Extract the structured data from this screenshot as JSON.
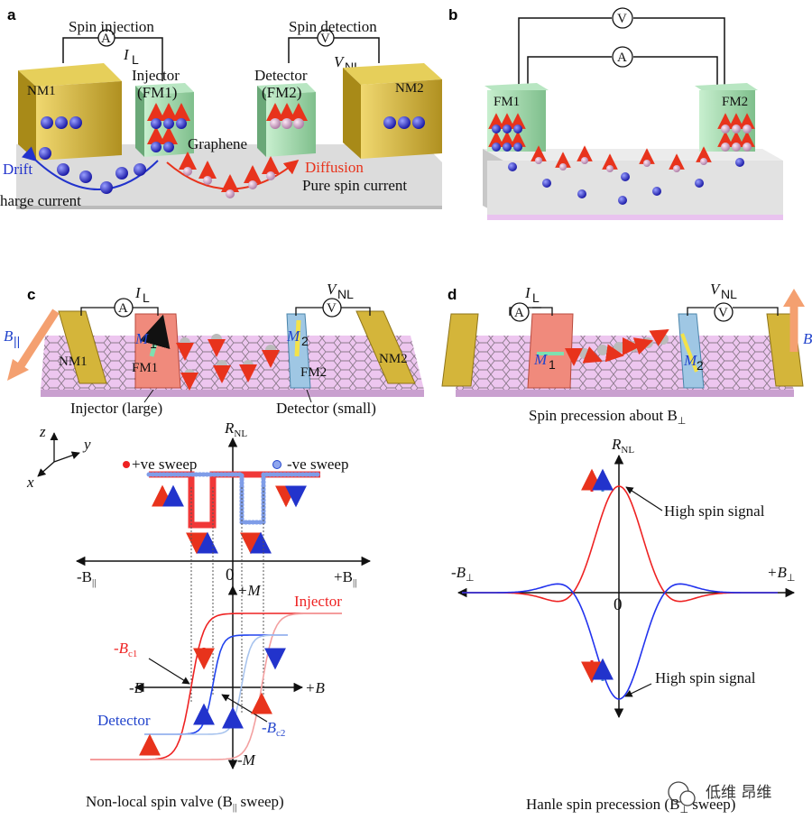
{
  "panel_a": {
    "label": "a",
    "spin_injection": "Spin injection",
    "spin_detection": "Spin detection",
    "ammeter": "A",
    "voltmeter": "V",
    "current_label": "I",
    "current_sub": "L",
    "voltage_label": "V",
    "voltage_sub": "NL",
    "nm1": "NM1",
    "nm2": "NM2",
    "injector": "Injector",
    "injector_sub": "(FM1)",
    "detector": "Detector",
    "detector_sub": "(FM2)",
    "graphene": "Graphene",
    "drift": "Drift",
    "diffusion": "Diffusion",
    "charge_current": "harge current",
    "pure_spin_current": "Pure spin current"
  },
  "panel_b": {
    "label": "b",
    "voltmeter": "V",
    "ammeter": "A",
    "fm1": "FM1",
    "fm2": "FM2"
  },
  "panel_c": {
    "label": "c",
    "ammeter": "A",
    "current_label": "I",
    "current_sub": "L",
    "voltmeter": "V",
    "voltage_label": "V",
    "voltage_sub": "NL",
    "field_label": "B",
    "field_sub": "||",
    "nm1": "NM1",
    "nm2": "NM2",
    "m1": "M",
    "m1_sub": "1",
    "m2": "M",
    "m2_sub": "2",
    "fm1": "FM1",
    "fm2": "FM2",
    "injector_caption": "Injector (large)",
    "detector_caption": "Detector (small)"
  },
  "panel_d": {
    "label": "d",
    "ammeter": "A",
    "current_label": "I",
    "current_sub": "L",
    "voltmeter": "V",
    "voltage_label": "V",
    "voltage_sub": "NL",
    "m1": "M",
    "m1_sub": "1",
    "m2": "M",
    "m2_sub": "2",
    "field_label": "B",
    "precession_caption": "Spin precession about B",
    "precession_sub": "⊥"
  },
  "plot_c": {
    "axes": {
      "z": "z",
      "y": "y",
      "x": "x"
    },
    "yaxis": "R",
    "yaxis_sub": "NL",
    "pos_sweep": "+ve sweep",
    "neg_sweep": "-ve sweep",
    "x_neg": "-B",
    "x_pos": "+B",
    "x_sub": "||",
    "zero": "0",
    "m_pos": "+M",
    "m_neg": "-M",
    "injector": "Injector",
    "detector": "Detector",
    "bc1": "-B",
    "bc1_sub": "c1",
    "bc2": "-B",
    "bc2_sub": "c2",
    "b_neg": "-B",
    "b_pos": "+B",
    "caption": "Non-local spin valve (B",
    "caption_sub": "||",
    "caption_end": " sweep)"
  },
  "plot_d": {
    "yaxis": "R",
    "yaxis_sub": "NL",
    "x_neg": "-B",
    "x_pos": "+B",
    "x_sub": "⊥",
    "zero": "0",
    "high_top": "High spin signal",
    "high_bottom": "High spin signal",
    "caption": "Hanle spin precession (B",
    "caption_sub": "⊥",
    "caption_end": " sweep)"
  },
  "watermark": "低维 昂维",
  "colors": {
    "gold": "#c8aa2a",
    "green": "#8fcc9a",
    "red_arrow": "#e8331c",
    "blue_ball": "#3a3ad0",
    "graphene_pink": "#e9c3ef",
    "injector_red": "#ee2222",
    "detector_blue": "#2255ee",
    "field_orange": "#f4a070"
  }
}
